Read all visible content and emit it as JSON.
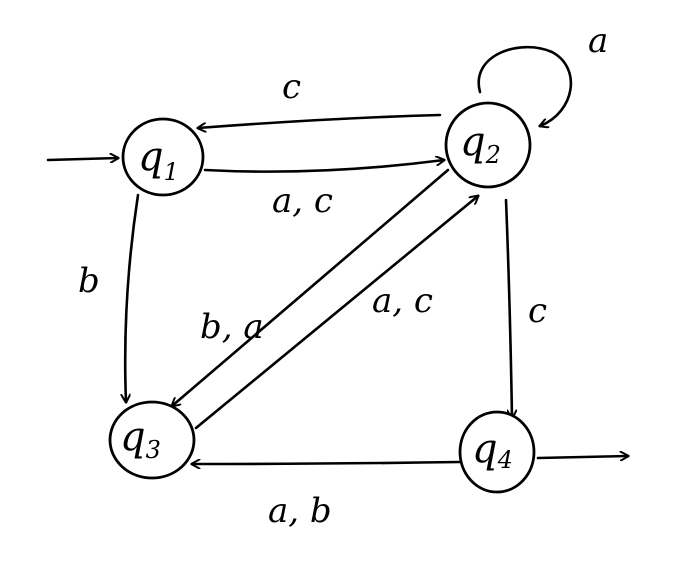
{
  "diagram": {
    "states": [
      {
        "id": "q1",
        "main": "q",
        "sub": "1"
      },
      {
        "id": "q2",
        "main": "q",
        "sub": "2"
      },
      {
        "id": "q3",
        "main": "q",
        "sub": "3"
      },
      {
        "id": "q4",
        "main": "q",
        "sub": "4"
      }
    ],
    "start_state": "q1",
    "final_state": "q4",
    "edges": [
      {
        "from": "q2",
        "to": "q1",
        "label": "c"
      },
      {
        "from": "q1",
        "to": "q2",
        "label": "a, c"
      },
      {
        "from": "q2",
        "to": "q2",
        "label": "a"
      },
      {
        "from": "q1",
        "to": "q3",
        "label": "b"
      },
      {
        "from": "q2",
        "to": "q3",
        "label": "b, a"
      },
      {
        "from": "q3",
        "to": "q2",
        "label": "a, c"
      },
      {
        "from": "q2",
        "to": "q4",
        "label": "c"
      },
      {
        "from": "q4",
        "to": "q3",
        "label": "a, b"
      }
    ]
  }
}
